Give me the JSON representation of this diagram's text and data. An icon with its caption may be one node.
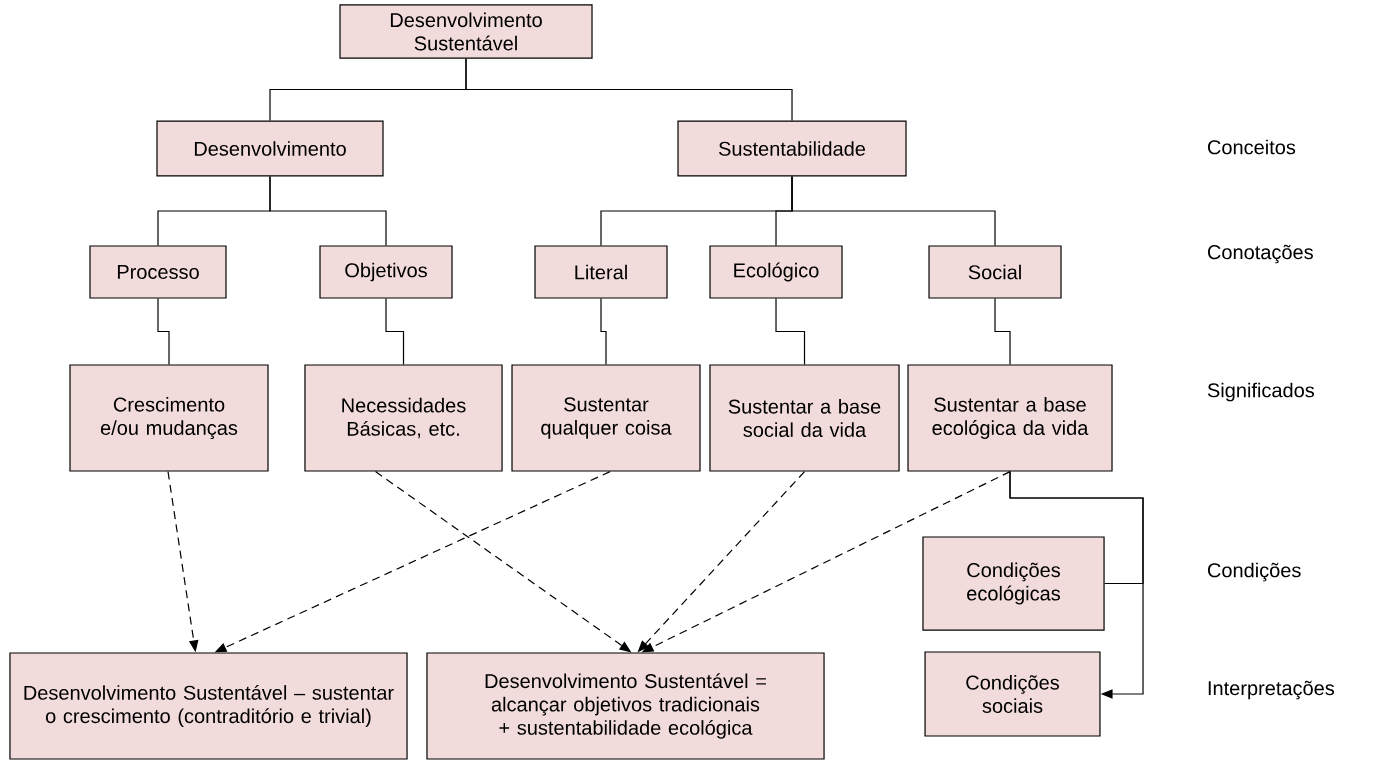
{
  "diagram": {
    "nodes": [
      {
        "text": [
          "Desenvolvimento Sustentável"
        ]
      },
      {
        "text": [
          "Desenvolvimento"
        ]
      },
      {
        "text": [
          "Sustentabilidade"
        ]
      },
      {
        "text": [
          "Processo"
        ]
      },
      {
        "text": [
          "Objetivos"
        ]
      },
      {
        "text": [
          "Literal"
        ]
      },
      {
        "text": [
          "Ecológico"
        ]
      },
      {
        "text": [
          "Social"
        ]
      },
      {
        "text": [
          "Crescimento e/ou mudanças"
        ]
      },
      {
        "text": [
          "Necessidades Básicas, etc."
        ]
      },
      {
        "text": [
          "Sustentar qualquer coisa"
        ]
      },
      {
        "text": [
          "Sustentar a base social da vida"
        ]
      },
      {
        "text": [
          "Sustentar a base ecológica da vida"
        ]
      },
      {
        "text": [
          "Condições ecológicas"
        ]
      },
      {
        "text": [
          "Condições sociais"
        ]
      },
      {
        "text": [
          "Desenvolvimento Sustentável – sustentar o crescimento (contraditório e trivial)"
        ]
      },
      {
        "text": [
          "Desenvolvimento Sustentável = alcançar objetivos tradicionais + sustentabilidade ecológica"
        ]
      }
    ],
    "edges": [
      {
        "from": 0,
        "to": 1,
        "arrow": "none"
      },
      {
        "from": 0,
        "to": 2,
        "arrow": "none"
      },
      {
        "from": 1,
        "to": 3,
        "arrow": "none"
      },
      {
        "from": 1,
        "to": 4,
        "arrow": "none"
      },
      {
        "from": 2,
        "to": 5,
        "arrow": "none"
      },
      {
        "from": 2,
        "to": 6,
        "arrow": "none"
      },
      {
        "from": 2,
        "to": 7,
        "arrow": "none"
      },
      {
        "from": 3,
        "to": 8,
        "arrow": "none"
      },
      {
        "from": 4,
        "to": 9,
        "arrow": "none"
      },
      {
        "from": 5,
        "to": 10,
        "arrow": "none"
      },
      {
        "from": 6,
        "to": 11,
        "arrow": "none"
      },
      {
        "from": 7,
        "to": 12,
        "arrow": "none"
      },
      {
        "from": 12,
        "to": 13,
        "arrow": "none"
      },
      {
        "from": 12,
        "to": 14,
        "arrow": "to"
      },
      {
        "from": 8,
        "to": 15,
        "arrow": "to",
        "style": "dashed"
      },
      {
        "from": 10,
        "to": 15,
        "arrow": "to",
        "style": "dashed"
      },
      {
        "from": 9,
        "to": 16,
        "arrow": "to",
        "style": "dashed"
      },
      {
        "from": 11,
        "to": 16,
        "arrow": "to",
        "style": "dashed"
      },
      {
        "from": 12,
        "to": 16,
        "arrow": "to",
        "style": "dashed"
      }
    ],
    "labels": [
      "Conceitos",
      "Conotações",
      "Significados",
      "Condições",
      "Interpretações"
    ]
  }
}
